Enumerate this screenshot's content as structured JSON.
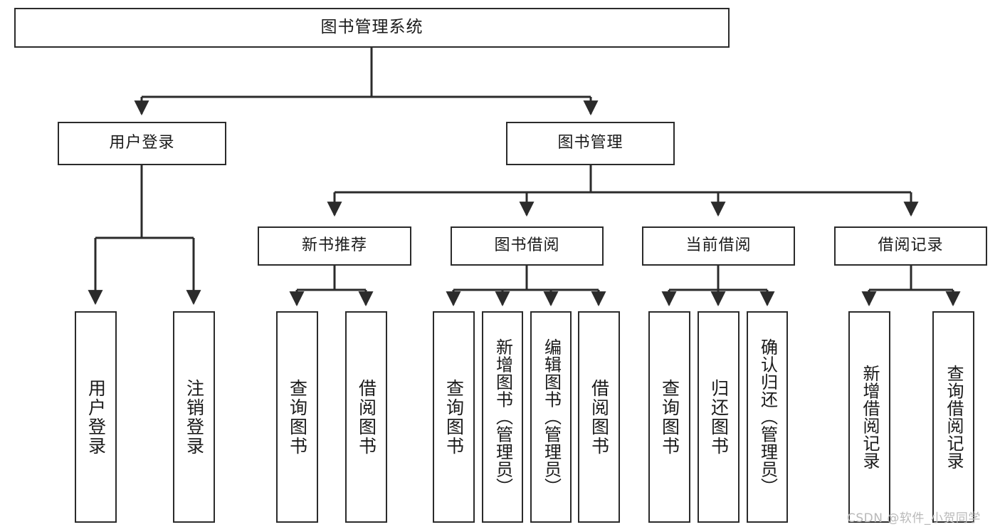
{
  "diagram": {
    "title": "图书管理系统",
    "type": "functional-structure-tree",
    "levels": [
      {
        "level": 1,
        "nodes": [
          {
            "id": "root",
            "label": "图书管理系统"
          }
        ]
      },
      {
        "level": 2,
        "nodes": [
          {
            "id": "user-login",
            "label": "用户登录",
            "parent": "root"
          },
          {
            "id": "book-manage",
            "label": "图书管理",
            "parent": "root"
          }
        ]
      },
      {
        "level": 3,
        "nodes": [
          {
            "id": "new-book-rec",
            "label": "新书推荐",
            "parent": "book-manage"
          },
          {
            "id": "book-borrow",
            "label": "图书借阅",
            "parent": "book-manage"
          },
          {
            "id": "current-borrow",
            "label": "当前借阅",
            "parent": "book-manage"
          },
          {
            "id": "borrow-record",
            "label": "借阅记录",
            "parent": "book-manage"
          }
        ]
      },
      {
        "level": 4,
        "nodes": [
          {
            "id": "leaf-1",
            "label": "用户登录",
            "parent": "user-login"
          },
          {
            "id": "leaf-2",
            "label": "注销登录",
            "parent": "user-login"
          },
          {
            "id": "leaf-3",
            "label": "查询图书",
            "parent": "new-book-rec"
          },
          {
            "id": "leaf-4",
            "label": "借阅图书",
            "parent": "new-book-rec"
          },
          {
            "id": "leaf-5",
            "label": "查询图书",
            "parent": "book-borrow"
          },
          {
            "id": "leaf-6",
            "label": "新增图书（管理员）",
            "parent": "book-borrow"
          },
          {
            "id": "leaf-7",
            "label": "编辑图书（管理员）",
            "parent": "book-borrow"
          },
          {
            "id": "leaf-8",
            "label": "借阅图书",
            "parent": "book-borrow"
          },
          {
            "id": "leaf-9",
            "label": "查询图书",
            "parent": "current-borrow"
          },
          {
            "id": "leaf-10",
            "label": "归还图书",
            "parent": "current-borrow"
          },
          {
            "id": "leaf-11",
            "label": "确认归还（管理员）",
            "parent": "current-borrow"
          },
          {
            "id": "leaf-12",
            "label": "新增借阅记录",
            "parent": "borrow-record"
          },
          {
            "id": "leaf-13",
            "label": "查询借阅记录",
            "parent": "borrow-record"
          }
        ]
      }
    ]
  },
  "watermark": {
    "text": "CSDN @软件_小贺同学"
  },
  "colors": {
    "stroke": "#2b2b2b",
    "fill": "#ffffff",
    "text": "#1a1a1a",
    "watermark": "#b9b9b9"
  }
}
